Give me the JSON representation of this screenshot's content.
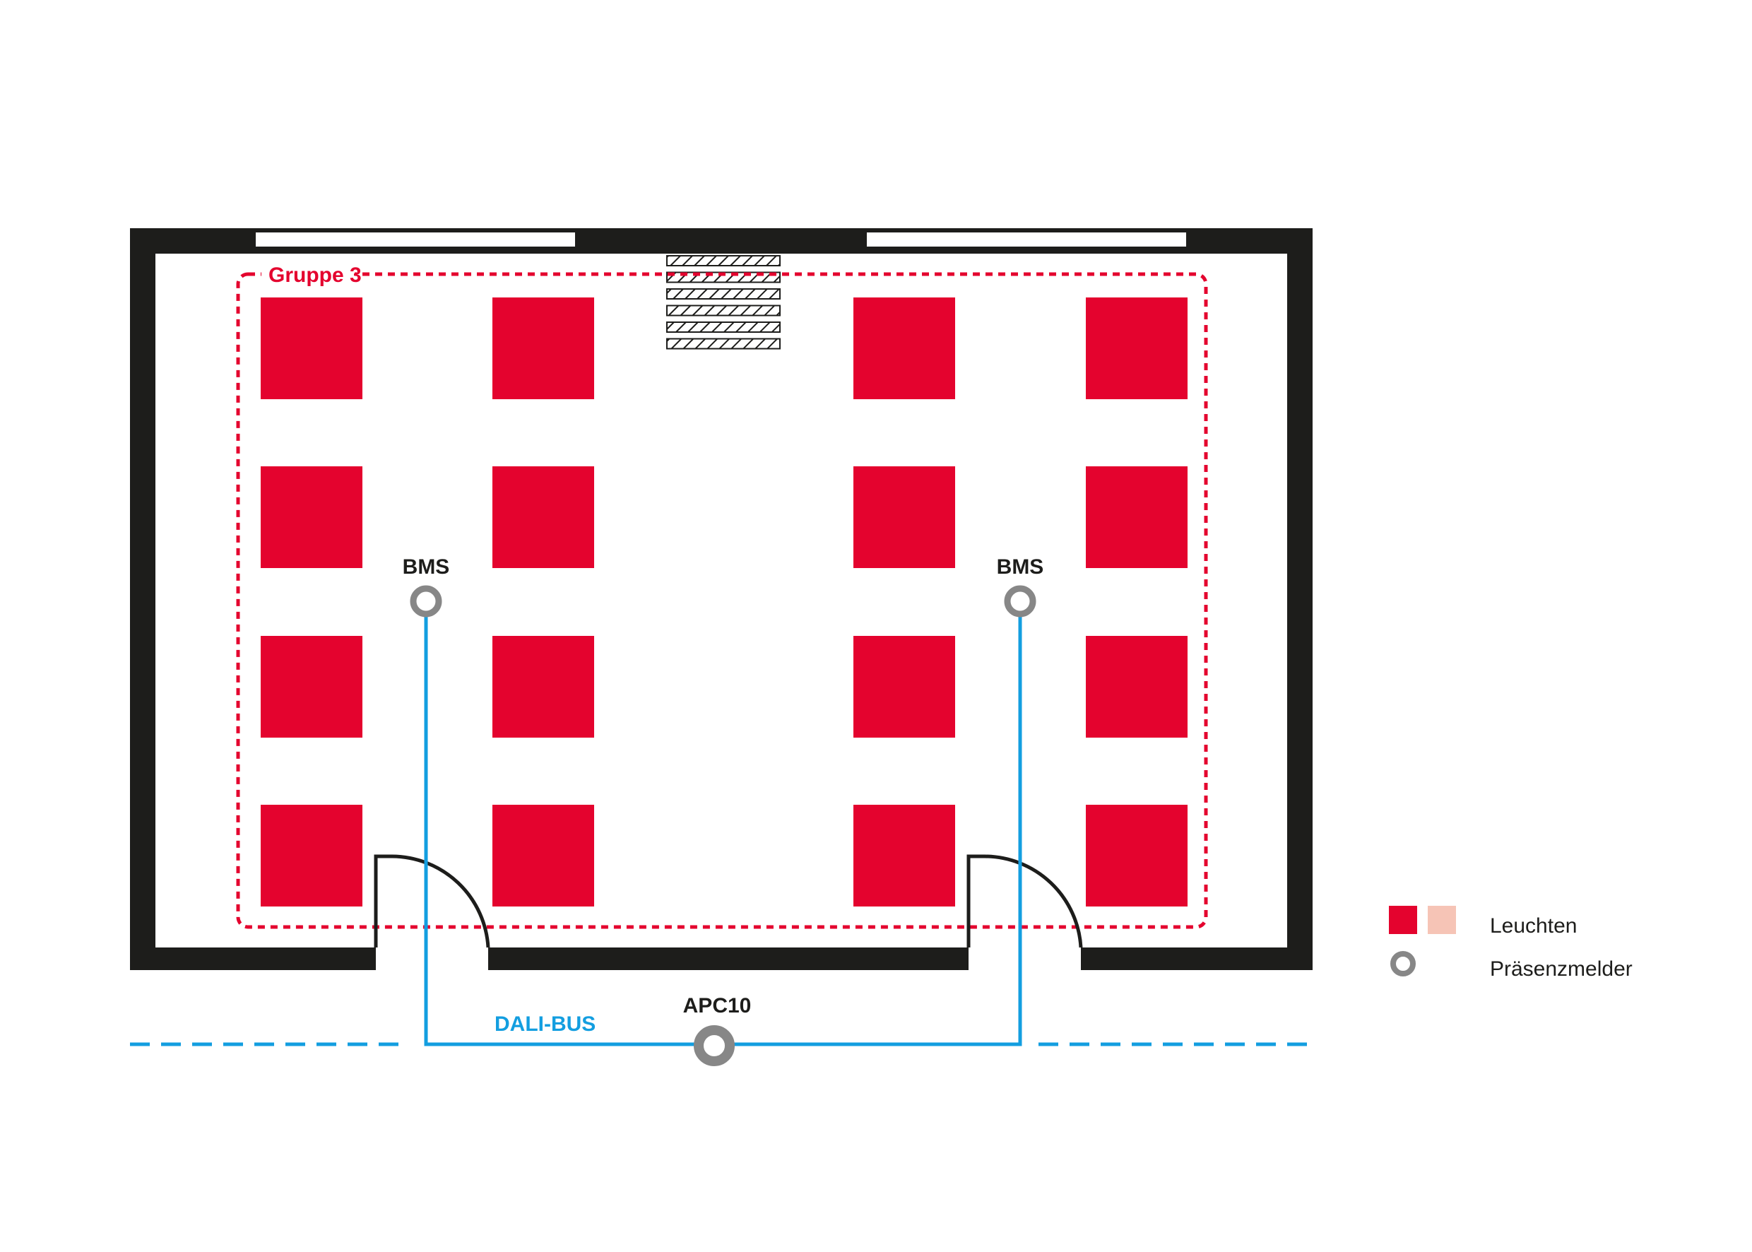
{
  "labels": {
    "group": "Gruppe 3",
    "sensor_left": "BMS",
    "sensor_right": "BMS",
    "controller": "APC10",
    "bus": "DALI-BUS"
  },
  "legend": {
    "luminaires": "Leuchten",
    "presence_detector": "Präsenzmelder"
  },
  "colors": {
    "luminaire": "#e4032e",
    "luminaire_dimmed": "#f6c4b6",
    "group_outline": "#e4032e",
    "wall": "#1d1d1b",
    "bus": "#139ee0",
    "sensor": "#878787"
  },
  "grid": {
    "rows": 4,
    "columns": 4
  }
}
